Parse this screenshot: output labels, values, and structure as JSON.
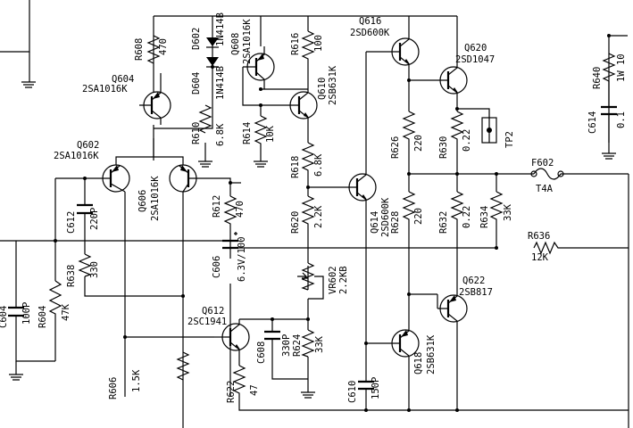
{
  "schematic": {
    "labels": {
      "R608": "R608",
      "R608_v": "470",
      "D602": "D602",
      "D602_v": "1N414B",
      "D604": "D604",
      "D604_v": "1N414B",
      "Q604": "Q604",
      "Q604_v": "2SA1016K",
      "R610": "R610",
      "R610_v": "6.8K",
      "Q608": "Q608",
      "Q608_v": "2SA1016K",
      "R616": "R616",
      "R616_v": "100",
      "Q610": "Q610",
      "Q610_v": "2SB631K",
      "R614": "R614",
      "R614_v": "10K",
      "Q616": "Q616",
      "Q616_v": "2SD600K",
      "Q620": "Q620",
      "Q620_v": "2SD1047",
      "R640": "R640",
      "R640_v": "1W 10",
      "C614": "C614",
      "C614_v": "0.1",
      "Q602": "Q602",
      "Q602_v": "2SA1016K",
      "Q606": "Q606",
      "Q606_v": "2SA1016K",
      "C612": "C612",
      "C612_v": "220P",
      "R612": "R612",
      "R612_v": "470",
      "R618": "R618",
      "R618_v": "6.8K",
      "R626": "R626",
      "R626_v": "220",
      "R630": "R630",
      "R630_v": "0.22",
      "TP2": "TP2",
      "F602": "F602",
      "F602_v": "T4A",
      "R628": "R628",
      "R628_v": "220",
      "R632": "R632",
      "R632_v": "0.22",
      "R634": "R634",
      "R634_v": "33K",
      "Q614": "Q614",
      "Q614_v": "2SD600K",
      "R620": "R620",
      "R620_v": "2.2K",
      "R636": "R636",
      "R636_v": "12K",
      "C606": "C606",
      "C606_v": "6.3V/100",
      "R638": "R638",
      "R638_v": "330",
      "C604": "C604",
      "C604_v": "100P",
      "R604": "R604",
      "R604_v": "47K",
      "VR602": "VR602",
      "VR602_v": "2.2KB",
      "Q622": "Q622",
      "Q622_v": "2SB817",
      "Q612": "Q612",
      "Q612_v": "2SC1941",
      "C608": "C608",
      "C608_v": "330P",
      "R624": "R624",
      "R624_v": "33K",
      "Q618": "Q618",
      "Q618_v": "2SB631K",
      "R606": "R606",
      "R606_v": "1.5K",
      "R622": "R622",
      "R622_v": "47",
      "C610": "C610",
      "C610_v": "150P"
    }
  }
}
